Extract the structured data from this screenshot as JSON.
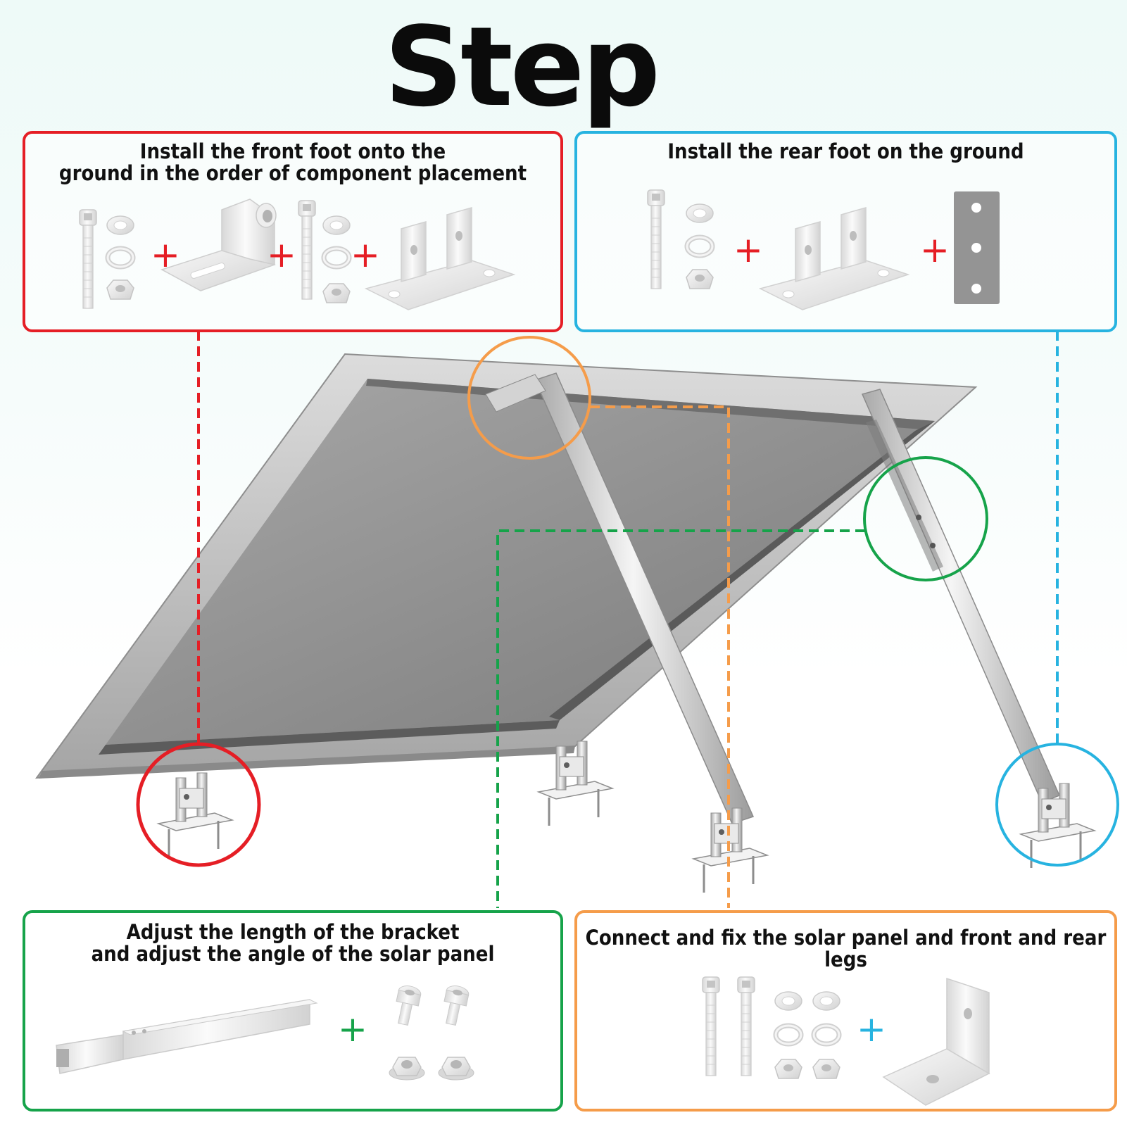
{
  "title": "Step",
  "colors": {
    "red": "#e51e25",
    "blue": "#27b3e0",
    "green": "#16a34a",
    "orange": "#f59c4a"
  },
  "steps": [
    {
      "id": "front-foot",
      "color": "red",
      "title_lines": [
        "Install the front foot onto the",
        "ground in the order of component placement"
      ],
      "components": [
        "bolt-icon",
        "washer-icon",
        "spring-washer-icon",
        "nut-icon",
        "hinge-bracket-icon",
        "bolt-icon",
        "washer-icon",
        "spring-washer-icon",
        "nut-icon",
        "foot-base-icon"
      ]
    },
    {
      "id": "rear-foot",
      "color": "blue",
      "title_lines": [
        "Install the rear foot on the ground"
      ],
      "components": [
        "bolt-icon",
        "washer-icon",
        "spring-washer-icon",
        "nut-icon",
        "foot-base-icon",
        "rubber-pad-icon"
      ]
    },
    {
      "id": "adjust-bracket",
      "color": "green",
      "title_lines": [
        "Adjust the length of the bracket",
        "and adjust the angle of the solar panel"
      ],
      "components": [
        "telescopic-tube-icon",
        "bolt-icon",
        "flange-nut-icon"
      ]
    },
    {
      "id": "connect-legs",
      "color": "orange",
      "title_lines": [
        "Connect and fix the solar panel and front and rear legs"
      ],
      "components": [
        "bolt-icon",
        "washer-icon",
        "spring-washer-icon",
        "nut-icon",
        "l-bracket-icon"
      ]
    }
  ]
}
